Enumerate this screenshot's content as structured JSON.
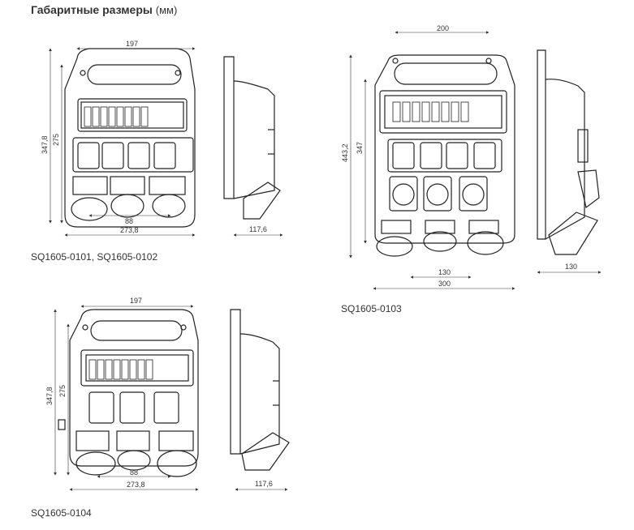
{
  "title": {
    "main": "Габаритные размеры",
    "unit": "(мм)"
  },
  "products": [
    {
      "caption": "SQ1605-0101, SQ1605-0102",
      "front": {
        "width_top": "197",
        "height_outer": "347,8",
        "height_inner": "275",
        "spacing": "88",
        "width_bottom": "273,8"
      },
      "side": {
        "depth": "117,6"
      }
    },
    {
      "caption": "SQ1605-0103",
      "front": {
        "width_top": "200",
        "height_outer": "443,2",
        "height_inner": "347",
        "spacing": "130",
        "width_bottom": "300"
      },
      "side": {
        "depth": "130"
      }
    },
    {
      "caption": "SQ1605-0104",
      "front": {
        "width_top": "197",
        "height_outer": "347,8",
        "height_inner": "275",
        "spacing": "88",
        "width_bottom": "273,8"
      },
      "side": {
        "depth": "117,6"
      }
    }
  ]
}
